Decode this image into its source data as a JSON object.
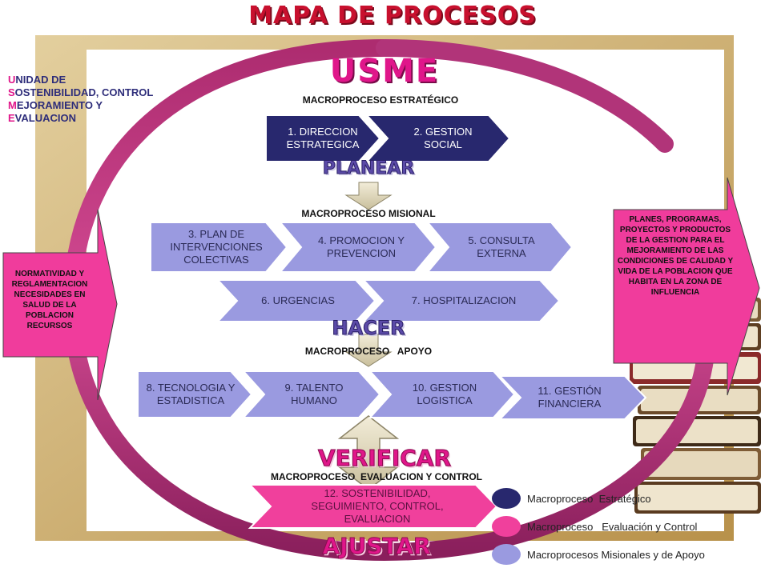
{
  "header": {
    "title": "MAPA DE PROCESOS",
    "subtitle": "USME"
  },
  "unit": {
    "lines": [
      {
        "initial": "U",
        "rest": "NIDAD DE"
      },
      {
        "initial": "S",
        "rest": "OSTENIBILIDAD, CONTROL"
      },
      {
        "initial": "M",
        "rest": "EJORAMIENTO Y"
      },
      {
        "initial": "E",
        "rest": "VALUACION"
      }
    ]
  },
  "phases": {
    "planear": "PLANEAR",
    "hacer": "HACER",
    "verificar": "VERIFICAR",
    "ajustar": "AJUSTAR"
  },
  "sections": {
    "estrategico": "MACROPROCESO ESTRATÉGICO",
    "misional": "MACROPROCESO MISIONAL",
    "apoyo": "MACROPROCESO   APOYO",
    "evaluacion": "MACROPROCESO  EVALUACION Y CONTROL"
  },
  "processes": {
    "p1": "1. DIRECCION ESTRATEGICA",
    "p2": "2. GESTION SOCIAL",
    "p3": "3. PLAN DE INTERVENCIONES COLECTIVAS",
    "p4": "4. PROMOCION Y PREVENCION",
    "p5": "5. CONSULTA EXTERNA",
    "p6": "6. URGENCIAS",
    "p7": "7. HOSPITALIZACION",
    "p8": "8. TECNOLOGIA Y ESTADISTICA",
    "p9": "9. TALENTO HUMANO",
    "p10": "10. GESTION LOGISTICA",
    "p11": "11. GESTIÓN FINANCIERA",
    "p12": "12. SOSTENIBILIDAD, SEGUIMIENTO, CONTROL, EVALUACION"
  },
  "inputs": {
    "text": "NORMATIVIDAD Y REGLAMENTACION NECESIDADES EN SALUD DE LA POBLACION RECURSOS"
  },
  "outputs": {
    "text": "PLANES, PROGRAMAS, PROYECTOS Y PRODUCTOS  DE LA GESTION PARA  EL MEJORAMIENTO DE LAS CONDICIONES  DE CALIDAD  Y VIDA DE LA POBLACION  QUE HABITA  EN LA ZONA DE INFLUENCIA"
  },
  "legend": [
    {
      "label": "Macroproceso  Estratégico",
      "color": "#28286e"
    },
    {
      "label": "Macroproceso   Evaluación y Control",
      "color": "#f0409c"
    },
    {
      "label": "Macroprocesos Misionales y de Apoyo",
      "color": "#9a9ae0"
    }
  ],
  "colors": {
    "strategic": "#28286e",
    "mission": "#9a9ae0",
    "evaluation": "#f0409c",
    "title_red": "#c8102e",
    "title_pink": "#e0168a",
    "phase_purple": "#4b3f9e",
    "frame_gold": "#c9a85a"
  }
}
